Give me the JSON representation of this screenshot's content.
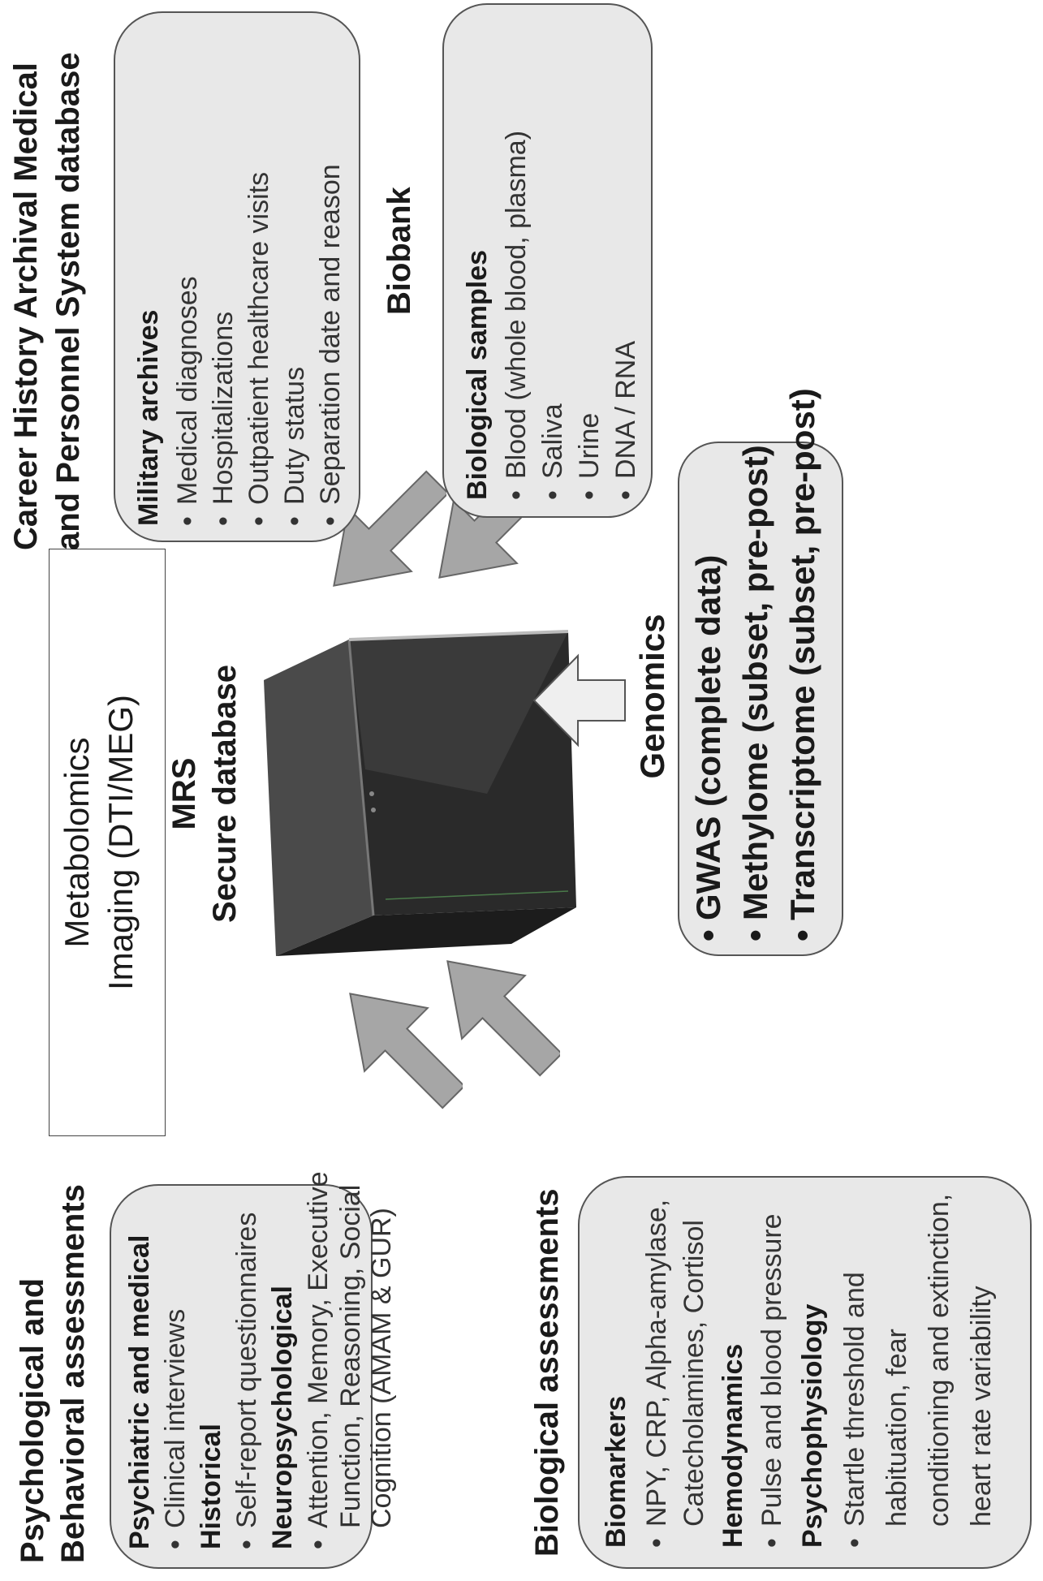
{
  "psych": {
    "title_1": "Psychological and",
    "title_2": "Behavioral assessments",
    "sec1": "Psychiatric and medical",
    "sec1_items": [
      "Clinical interviews"
    ],
    "sec2": "Historical",
    "sec2_items": [
      "Self-report questionnaires"
    ],
    "sec3": "Neuropsychological",
    "sec3_lines": [
      "Attention, Memory, Executive",
      "Function, Reasoning, Social",
      "Cognition (AMAM & GUR)"
    ]
  },
  "bio": {
    "title": "Biological assessments",
    "sec1": "Biomarkers",
    "sec1_lines": [
      "NPY, CRP, Alpha-amylase,",
      "Catecholamines, Cortisol"
    ],
    "sec2": "Hemodynamics",
    "sec2_items": [
      "Pulse and blood pressure"
    ],
    "sec3": "Psychophysiology",
    "sec3_lines": [
      "Startle threshold and",
      "habituation, fear",
      "conditioning and extinction,",
      "heart rate variability"
    ]
  },
  "imaging": {
    "line1": "Metabolomics",
    "line2": "Imaging (DTI/MEG)"
  },
  "center": {
    "line1": "MRS",
    "line2": "Secure database"
  },
  "genomics": {
    "title": "Genomics",
    "items": [
      "GWAS (complete data)",
      "Methylome (subset, pre-post)",
      "Transcriptome (subset, pre-post)"
    ]
  },
  "career": {
    "title_1": "Career History Archival Medical",
    "title_2": "and Personnel System database",
    "sec": "Military archives",
    "items": [
      "Medical diagnoses",
      "Hospitalizations",
      "Outpatient healthcare visits",
      "Duty status",
      "Separation date and reason"
    ]
  },
  "biobank": {
    "title": "Biobank",
    "sec": "Biological samples",
    "items": [
      "Blood (whole blood, plasma)",
      "Saliva",
      "Urine",
      "DNA / RNA"
    ]
  },
  "bullet": "•",
  "colors": {
    "box_fill": "#e8e8e8",
    "box_border": "#555555",
    "arrow_dark": "#a6a6a6",
    "arrow_light": "#efefef",
    "server": "#2b2b2b"
  }
}
